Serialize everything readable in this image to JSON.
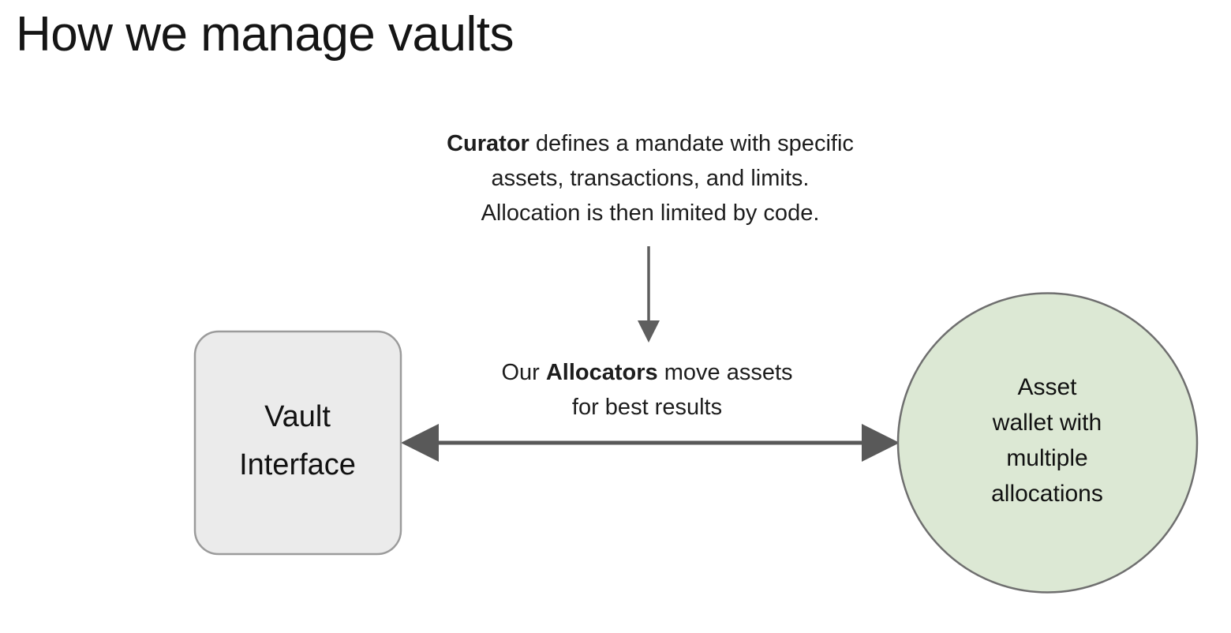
{
  "slide": {
    "title": "How we manage vaults",
    "background_color": "#ffffff"
  },
  "captions": {
    "curator": {
      "bold_lead": "Curator",
      "rest_line1": " defines a mandate with specific",
      "line2": "assets, transactions, and limits.",
      "line3": "Allocation is then limited by code.",
      "full_text": "Curator defines a mandate with specific assets, transactions, and limits. Allocation is then limited by code."
    },
    "allocator": {
      "lead": "Our ",
      "bold_word": "Allocators",
      "rest_line1": " move assets",
      "line2": "for best results",
      "full_text": "Our Allocators move assets for best results"
    }
  },
  "nodes": {
    "vault": {
      "label_line1": "Vault",
      "label_line2": "Interface",
      "shape": "rounded-rectangle",
      "fill_color": "#ebebeb",
      "stroke_color": "#9b9b9b"
    },
    "wallet": {
      "label_line1": "Asset",
      "label_line2": "wallet with",
      "label_line3": "multiple",
      "label_line4": "allocations",
      "shape": "circle",
      "fill_color": "#dce8d4",
      "stroke_color": "#6f6f6f"
    }
  },
  "connectors": {
    "curator_to_allocator": {
      "type": "arrow-down",
      "color": "#5e5e5e",
      "head": "single"
    },
    "vault_to_wallet": {
      "type": "arrow-horizontal",
      "color": "#595959",
      "head": "double"
    }
  }
}
